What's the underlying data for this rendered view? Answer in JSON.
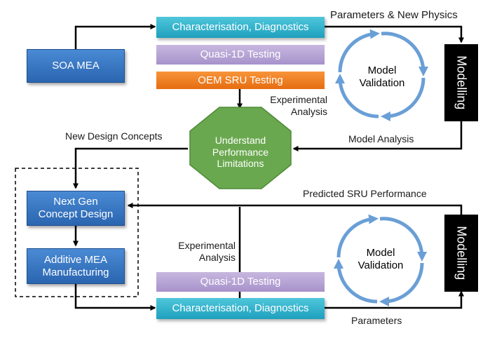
{
  "boxes": {
    "soa_mea": "SOA MEA",
    "char_diag_top": "Characterisation, Diagnostics",
    "quasi_top": "Quasi-1D Testing",
    "oem_sru": "OEM SRU Testing",
    "modelling_top": "Modelling",
    "understand": "Understand\nPerformance\nLimitations",
    "next_gen": "Next Gen\nConcept Design",
    "additive": "Additive MEA\nManufacturing",
    "quasi_bottom": "Quasi-1D Testing",
    "char_diag_bottom": "Characterisation, Diagnostics",
    "modelling_bottom": "Modelling"
  },
  "cycles": {
    "top": "Model\nValidation",
    "bottom": "Model\nValidation"
  },
  "labels": {
    "params_new_physics": "Parameters & New Physics",
    "experimental_analysis_top": "Experimental\nAnalysis",
    "new_design_concepts": "New Design Concepts",
    "model_analysis": "Model Analysis",
    "predicted_sru": "Predicted SRU Performance",
    "experimental_analysis_bottom": "Experimental\nAnalysis",
    "parameters": "Parameters"
  },
  "colors": {
    "blue_box": "#2f6fbe",
    "cyan_box": "#2fb3cf",
    "purple_box": "#b6a5d6",
    "orange_box": "#f0801f",
    "octagon_green": "#6aa84f",
    "cycle_arrows": "#6a9fd6",
    "modelling_box": "#000000",
    "connector": "#000000"
  }
}
